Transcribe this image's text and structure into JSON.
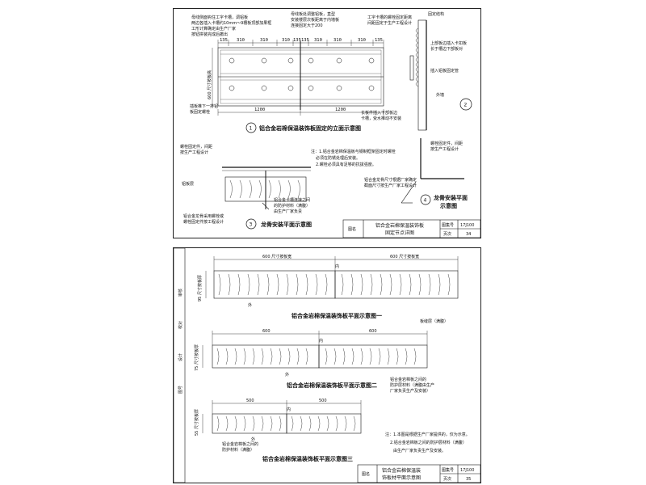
{
  "sheet_top": {
    "notes": {
      "a1": "母线侧面钩住工字卡槽，调铝板",
      "a2": "两边各插入卡槽约10mm～9槽板顶部加果框",
      "a3": "工形计算确定由生产厂家",
      "a4": "按钮拼装完成后撤出",
      "b1": "母线板处调整铝板，直型",
      "b2": "安装楼层次板距离于内墙板",
      "b3": "连接固定大于200",
      "c1": "工字卡槽的螺栓固定距离",
      "c2": "间距固定于生产工程设计",
      "d1": "固定结构",
      "d2": "上部板边插入卡扣板",
      "d3": "长于槽边下部板对",
      "d4": "插入铝板固定管",
      "e1": "插板推下一排铝",
      "e2": "板固定螺栓",
      "f1": "长板件插入下部板边",
      "f2": "卡槽，受水推动不安装",
      "wall": "外墙",
      "g1": "螺栓固定件，间距",
      "g2": "按生产工程设计",
      "g3": "铝板层",
      "h1": "铝合金卡槽连接之间",
      "h2": "的防护材料（满腹）",
      "h3": "由生产厂家负责",
      "i1": "铝合金龙骨采用螺栓或",
      "i2": "螺栓固定件按工程设计",
      "j1": "螺栓固定件，间距",
      "j2": "按生产工程设计",
      "k1": "铝合金龙骨尺寸根据厂家确定",
      "k2": "截面尺寸按生产厂家工程设计"
    },
    "notes_block": {
      "n1": "注：1.铝合金岩棉保温板与钢制框架固定时螺栓",
      "n2": "必须在防锈处理后安装。",
      "n3": "2.螺栓必须具有足够的抗拔强度。"
    },
    "dims": {
      "top": [
        "135",
        "310",
        "310",
        "310",
        "135",
        "135",
        "310",
        "310",
        "310",
        "135"
      ],
      "bottom_left": "1200",
      "bottom_right": "1200",
      "vertical": "600 尺寸按板高"
    },
    "captions": {
      "c1_no": "1",
      "c1": "铝合金岩棉保温装饰板固定的立面示意图",
      "c2_no": "2",
      "c3_no": "3",
      "c3": "龙骨安装平面示意图",
      "c4_no": "4",
      "c4a": "龙骨安装平面",
      "c4b": "示意图"
    },
    "title_block": {
      "tu_ming": "图名",
      "title1": "铝合金岩棉保温装饰板",
      "title2": "固定节点详图",
      "tu_ji_label": "图集号",
      "tu_ji": "17J100",
      "ye_label": "页次",
      "ye": "34"
    }
  },
  "sheet_bottom": {
    "side_labels": [
      "审核",
      "校对",
      "设计",
      "图号"
    ],
    "diagrams": [
      {
        "width": "600 尺寸按板宽",
        "width2": "600 尺寸按板宽",
        "inner": "内",
        "outer": "外",
        "thick": "95 尺寸按板厚",
        "caption": "铝合金岩棉保温装饰板平面示意图一",
        "label": "板缝层（满腹）"
      },
      {
        "width": "600",
        "width2": "600",
        "inner": "内",
        "outer": "外",
        "thick": "75 尺寸按板厚",
        "caption": "铝合金岩棉保温装饰板平面示意图二"
      },
      {
        "width": "500",
        "width2": "500",
        "inner": "内",
        "outer": "外",
        "thick": "55 尺寸按板厚",
        "caption": "铝合金岩棉保温装饰板平面示意图三"
      }
    ],
    "annot2": {
      "a1": "铝合金岩棉板之间的",
      "a2": "防护层材料（满腹由生产",
      "a3": "厂家负责生产及安装）"
    },
    "annot3": {
      "a1": "铝合金岩棉板之间的",
      "a2": "防护材料（满腹）"
    },
    "notes": {
      "n1": "注：1.本图是根据生产厂家提供的，仅为示意。",
      "n2": "2.铝合金岩棉板之间的防护层材料（满腹）",
      "n3": "由生产厂家负责生产及安装。"
    },
    "title_block": {
      "tu_ming": "图名",
      "title1": "铝合金岩棉保温装",
      "title2": "饰板材平面示意图",
      "tu_ji_label": "图集号",
      "tu_ji": "17J100",
      "ye_label": "页次",
      "ye": "35"
    }
  }
}
